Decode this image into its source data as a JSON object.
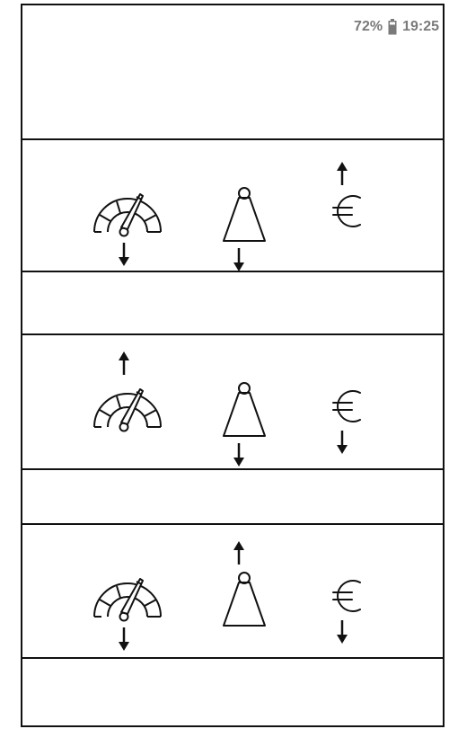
{
  "status_bar": {
    "battery_percent": "72%",
    "time": "19:25",
    "battery_icon": "battery-icon"
  },
  "options": [
    {
      "name": "option-1",
      "speed": "down",
      "weight": "down",
      "cost": "up"
    },
    {
      "name": "option-2",
      "speed": "up",
      "weight": "down",
      "cost": "down"
    },
    {
      "name": "option-3",
      "speed": "down",
      "weight": "up",
      "cost": "down"
    }
  ],
  "icons": {
    "speed": "speedometer-icon",
    "weight": "weight-icon",
    "cost": "euro-icon",
    "up": "arrow-up-icon",
    "down": "arrow-down-icon"
  }
}
